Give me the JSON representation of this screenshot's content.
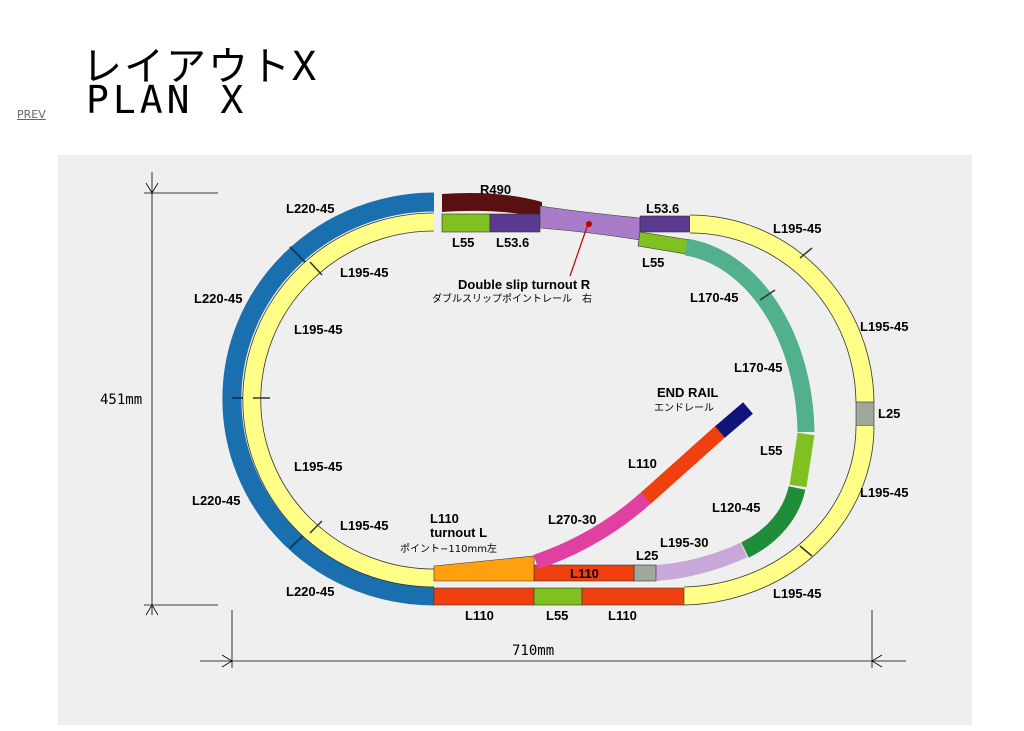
{
  "header": {
    "title_jp": "レイアウトX",
    "title_en": "PLAN X",
    "prev_link": "PREV"
  },
  "dimensions": {
    "height": "451mm",
    "width": "710mm"
  },
  "labels": {
    "r490": "R490",
    "l220_45_top": "L220-45",
    "l220_45_left_upper": "L220-45",
    "l220_45_left_lower": "L220-45",
    "l220_45_bottom": "L220-45",
    "l195_45_inner_1": "L195-45",
    "l195_45_inner_2": "L195-45",
    "l195_45_inner_3": "L195-45",
    "l195_45_inner_4": "L195-45",
    "l195_45_right_1": "L195-45",
    "l195_45_right_2": "L195-45",
    "l195_45_right_3": "L195-45",
    "l195_45_right_4": "L195-45",
    "l55_top": "L55",
    "l53_6_top": "L53.6",
    "l53_6_right": "L53.6",
    "l55_right": "L55",
    "double_slip_en": "Double slip turnout R",
    "double_slip_jp": "ダブルスリップポイントレール　右",
    "l170_45_1": "L170-45",
    "l170_45_2": "L170-45",
    "end_rail_en": "END RAIL",
    "end_rail_jp": "エンドレール",
    "l25_right": "L25",
    "l55_mid": "L55",
    "l110_spur": "L110",
    "l120_45": "L120-45",
    "l270_30": "L270-30",
    "l110_turnout": "L110",
    "turnout_l": "turnout L",
    "turnout_jp": "ポイント−110mm左",
    "l195_30": "L195-30",
    "l25_bottom": "L25",
    "l110_mid": "L110",
    "l110_bottom_1": "L110",
    "l55_bottom": "L55",
    "l110_bottom_2": "L110"
  },
  "colors": {
    "outer_blue": "#1a6fae",
    "yellow": "#ffff88",
    "dark_red": "#5a1010",
    "green": "#80c020",
    "purple": "#5a3a90",
    "lilac": "#a87cc8",
    "teal": "#52b08c",
    "dark_green": "#1f8c3a",
    "orange": "#ffa010",
    "red": "#f04010",
    "pink": "#e040a0",
    "grey": "#a0a89a",
    "navy": "#10147a",
    "light_purple": "#c8a8d8"
  }
}
